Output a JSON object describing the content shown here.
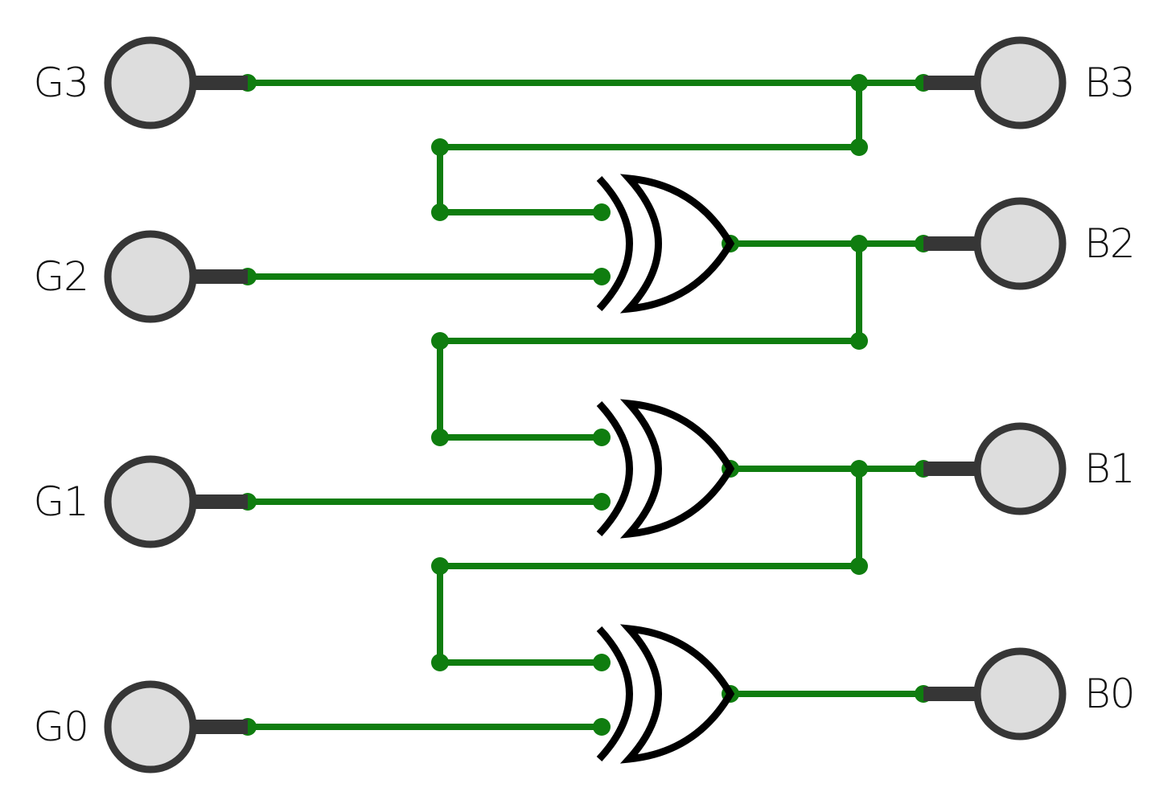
{
  "colors": {
    "wire": "#0f7d0f",
    "pin_fill": "#dddddd",
    "pin_stroke": "#363636",
    "gate_stroke": "#000000",
    "label": "#111111"
  },
  "inputs": [
    {
      "id": "G3",
      "label": "G3"
    },
    {
      "id": "G2",
      "label": "G2"
    },
    {
      "id": "G1",
      "label": "G1"
    },
    {
      "id": "G0",
      "label": "G0"
    }
  ],
  "outputs": [
    {
      "id": "B3",
      "label": "B3"
    },
    {
      "id": "B2",
      "label": "B2"
    },
    {
      "id": "B1",
      "label": "B1"
    },
    {
      "id": "B0",
      "label": "B0"
    }
  ],
  "gates": [
    {
      "id": "xor-2",
      "type": "XOR",
      "inputs": [
        "B3",
        "G2"
      ],
      "output": "B2"
    },
    {
      "id": "xor-1",
      "type": "XOR",
      "inputs": [
        "B2",
        "G1"
      ],
      "output": "B1"
    },
    {
      "id": "xor-0",
      "type": "XOR",
      "inputs": [
        "B1",
        "G0"
      ],
      "output": "B0"
    }
  ]
}
